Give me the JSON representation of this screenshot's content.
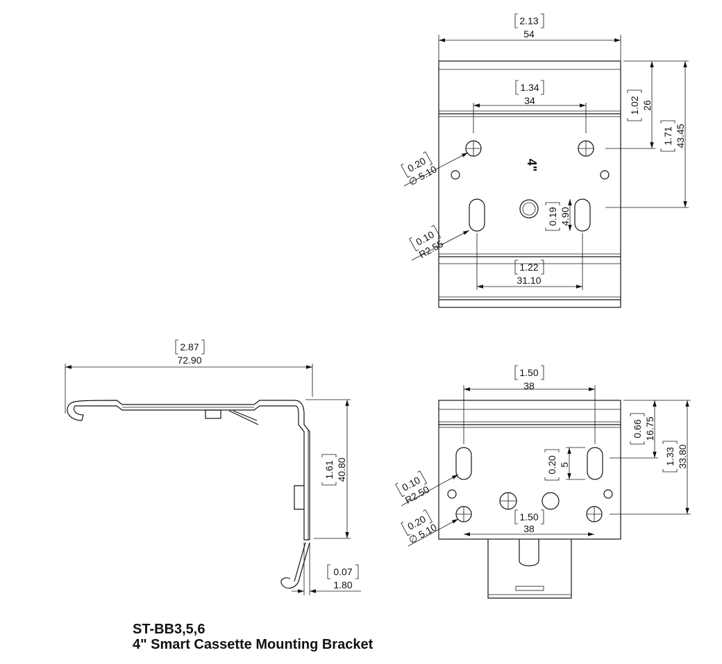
{
  "caption": {
    "line1": "ST-BB3,5,6",
    "line2": "4\" Smart Cassette Mounting Bracket"
  },
  "view_top": {
    "overall_width": {
      "in": "2.13",
      "mm": "54"
    },
    "hole_spacing": {
      "in": "1.34",
      "mm": "34"
    },
    "hole_dia": {
      "in": "0.20",
      "mm": "∅ 5.10"
    },
    "slot_radius": {
      "in": "0.10",
      "mm": "R2.55"
    },
    "slot_spacing": {
      "in": "1.22",
      "mm": "31.10"
    },
    "slot_length": {
      "in": "0.19",
      "mm": "4.90"
    },
    "top_to_hole": {
      "in": "1.02",
      "mm": "26"
    },
    "top_to_slot": {
      "in": "1.71",
      "mm": "43.45"
    },
    "stamp": "4\""
  },
  "view_side": {
    "overall_length": {
      "in": "2.87",
      "mm": "72.90"
    },
    "height": {
      "in": "1.61",
      "mm": "40.80"
    },
    "thickness": {
      "in": "0.07",
      "mm": "1.80"
    }
  },
  "view_bottom": {
    "slot_spacing": {
      "in": "1.50",
      "mm": "38"
    },
    "hole_spacing": {
      "in": "1.50",
      "mm": "38"
    },
    "slot_radius": {
      "in": "0.10",
      "mm": "R2.50"
    },
    "hole_dia": {
      "in": "0.20",
      "mm": "∅ 5.10"
    },
    "slot_length": {
      "in": "0.20",
      "mm": "5"
    },
    "top_to_slot": {
      "in": "0.66",
      "mm": "16.75"
    },
    "top_to_hole": {
      "in": "1.33",
      "mm": "33.80"
    }
  }
}
